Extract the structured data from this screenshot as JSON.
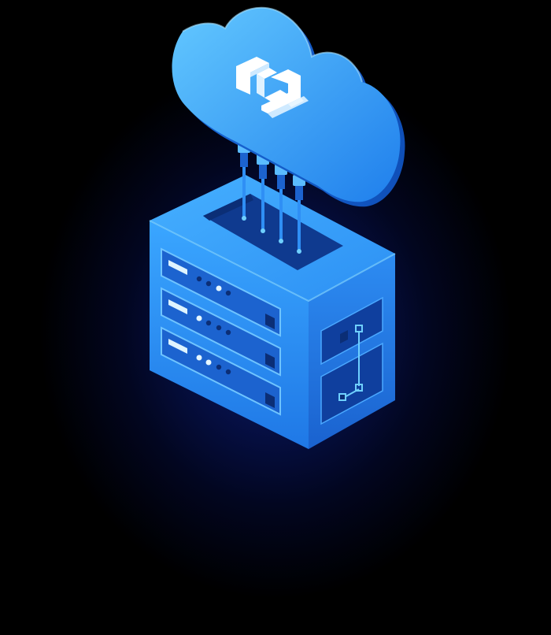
{
  "illustration": {
    "subject": "cloud-server",
    "colors": {
      "background": "#000000",
      "glow": "#0b1a66",
      "cloud_light": "#5cc3ff",
      "cloud_dark": "#1a78e8",
      "server_front": "#2f8ff5",
      "server_top": "#3aa2ff",
      "server_side": "#1e6fd9",
      "slot_dark": "#0f3f9e",
      "led": "#d9f3ff",
      "logo": "#ffffff"
    },
    "drive_count": 3,
    "cable_count": 4
  }
}
